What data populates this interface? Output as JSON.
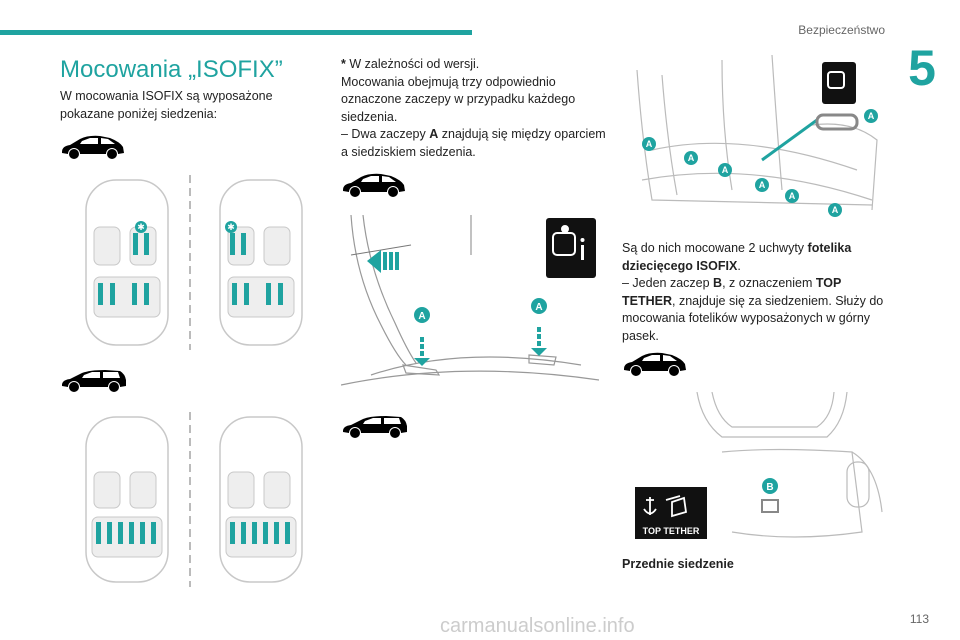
{
  "header": {
    "section": "Bezpieczeństwo",
    "chapter": "5"
  },
  "title": "Mocowania „ISOFIX”",
  "col1": {
    "intro": "W mocowania ISOFIX są wyposażone pokazane poniżej siedzenia:"
  },
  "col2": {
    "star": "*",
    "note": " W zależności od wersji.",
    "p1": "Mocowania obejmują trzy odpowiednio oznaczone zaczepy w przypadku każdego siedzenia.",
    "p2_pre": "– Dwa zaczepy ",
    "p2_bold": "A",
    "p2_post": " znajdują się między oparciem a siedziskiem siedzenia."
  },
  "col3": {
    "p1_pre": "Są do nich mocowane 2 uchwyty ",
    "p1_bold": "fotelika dziecięcego ISOFIX",
    "p1_post": ".",
    "p2_pre": "– Jeden zaczep ",
    "p2_b1": "B",
    "p2_mid": ", z oznaczeniem ",
    "p2_b2": "TOP TETHER",
    "p2_post": ", znajduje się za siedzeniem. Służy do mocowania fotelików wyposażonych w górny pasek."
  },
  "labels": {
    "a": "A",
    "b": "B",
    "star_icon": "✱",
    "top_tether": "TOP TETHER"
  },
  "footer": {
    "front_seat": "Przednie siedzenie",
    "page": "113",
    "watermark": "carmanualsonline.info"
  },
  "colors": {
    "accent": "#1fa3a0",
    "text": "#222222"
  }
}
